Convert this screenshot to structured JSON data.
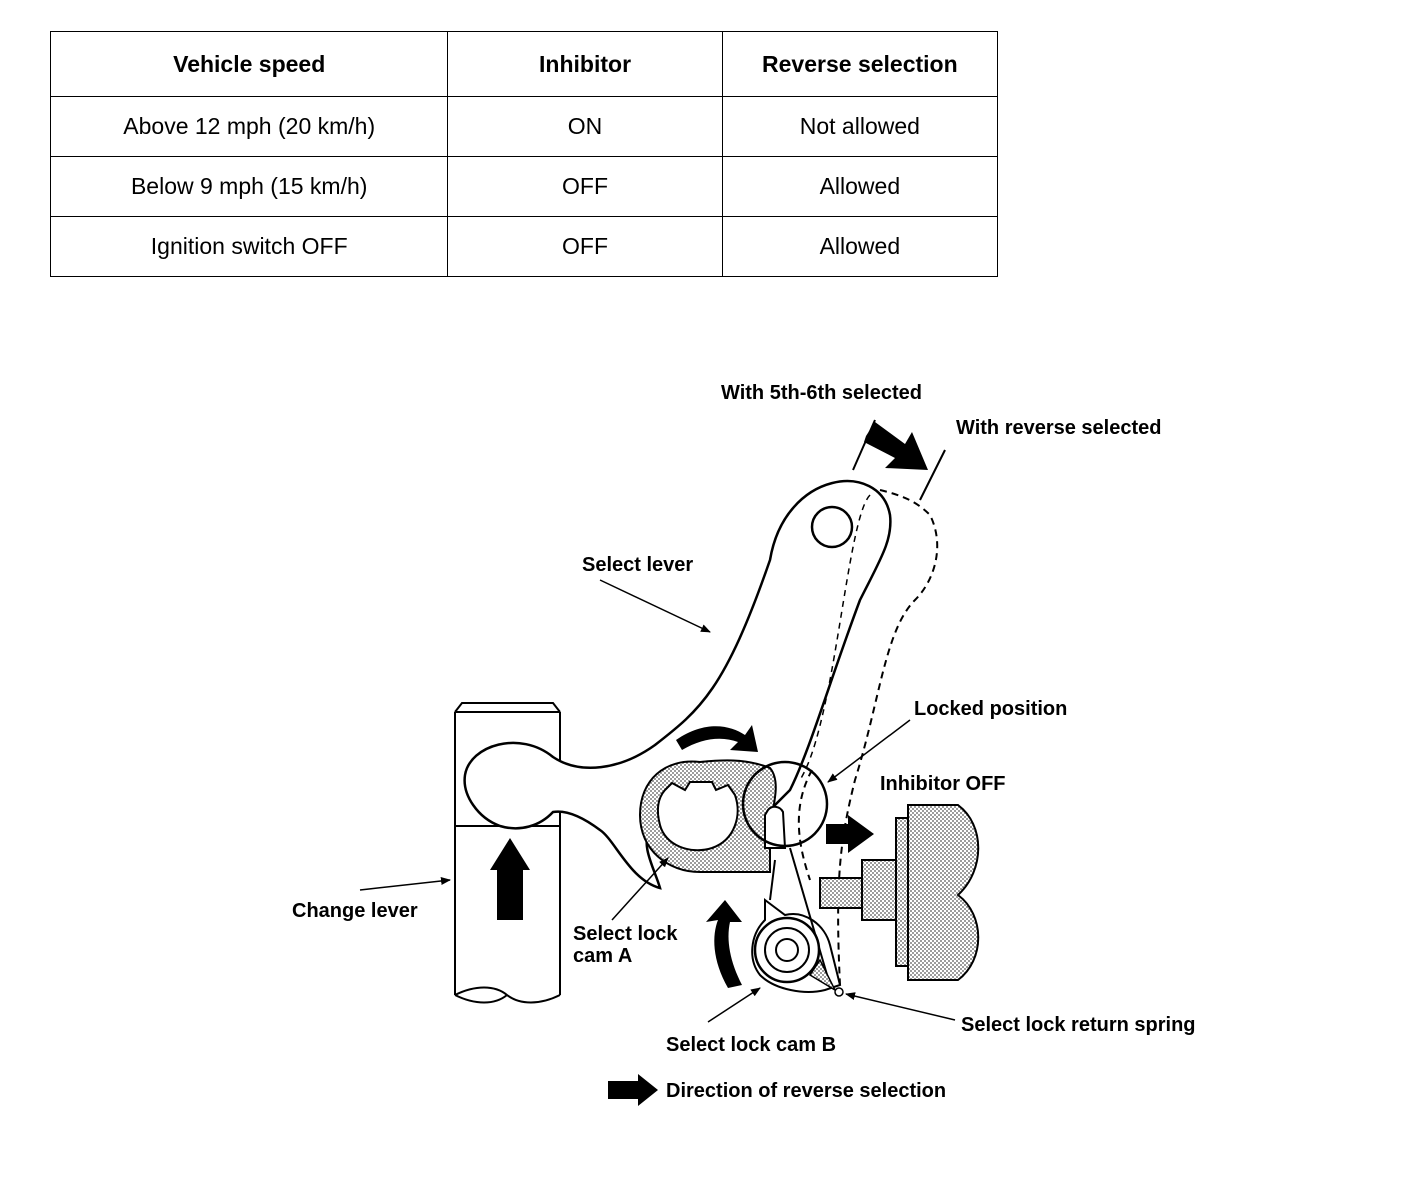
{
  "table": {
    "headers": [
      "Vehicle speed",
      "Inhibitor",
      "Reverse selection"
    ],
    "rows": [
      [
        "Above 12 mph (20 km/h)",
        "ON",
        "Not allowed"
      ],
      [
        "Below 9 mph (15 km/h)",
        "OFF",
        "Allowed"
      ],
      [
        "Ignition switch OFF",
        "OFF",
        "Allowed"
      ]
    ]
  },
  "labels": {
    "with_5th_6th": "With 5th-6th selected",
    "with_reverse": "With reverse selected",
    "select_lever": "Select lever",
    "locked_position": "Locked position",
    "inhibitor_off": "Inhibitor OFF",
    "change_lever": "Change lever",
    "select_lock_cam_a_line1": "Select lock",
    "select_lock_cam_a_line2": "cam A",
    "select_lock_cam_b": "Select lock cam B",
    "select_lock_return_spring": "Select lock return spring",
    "legend": "Direction of reverse selection"
  }
}
